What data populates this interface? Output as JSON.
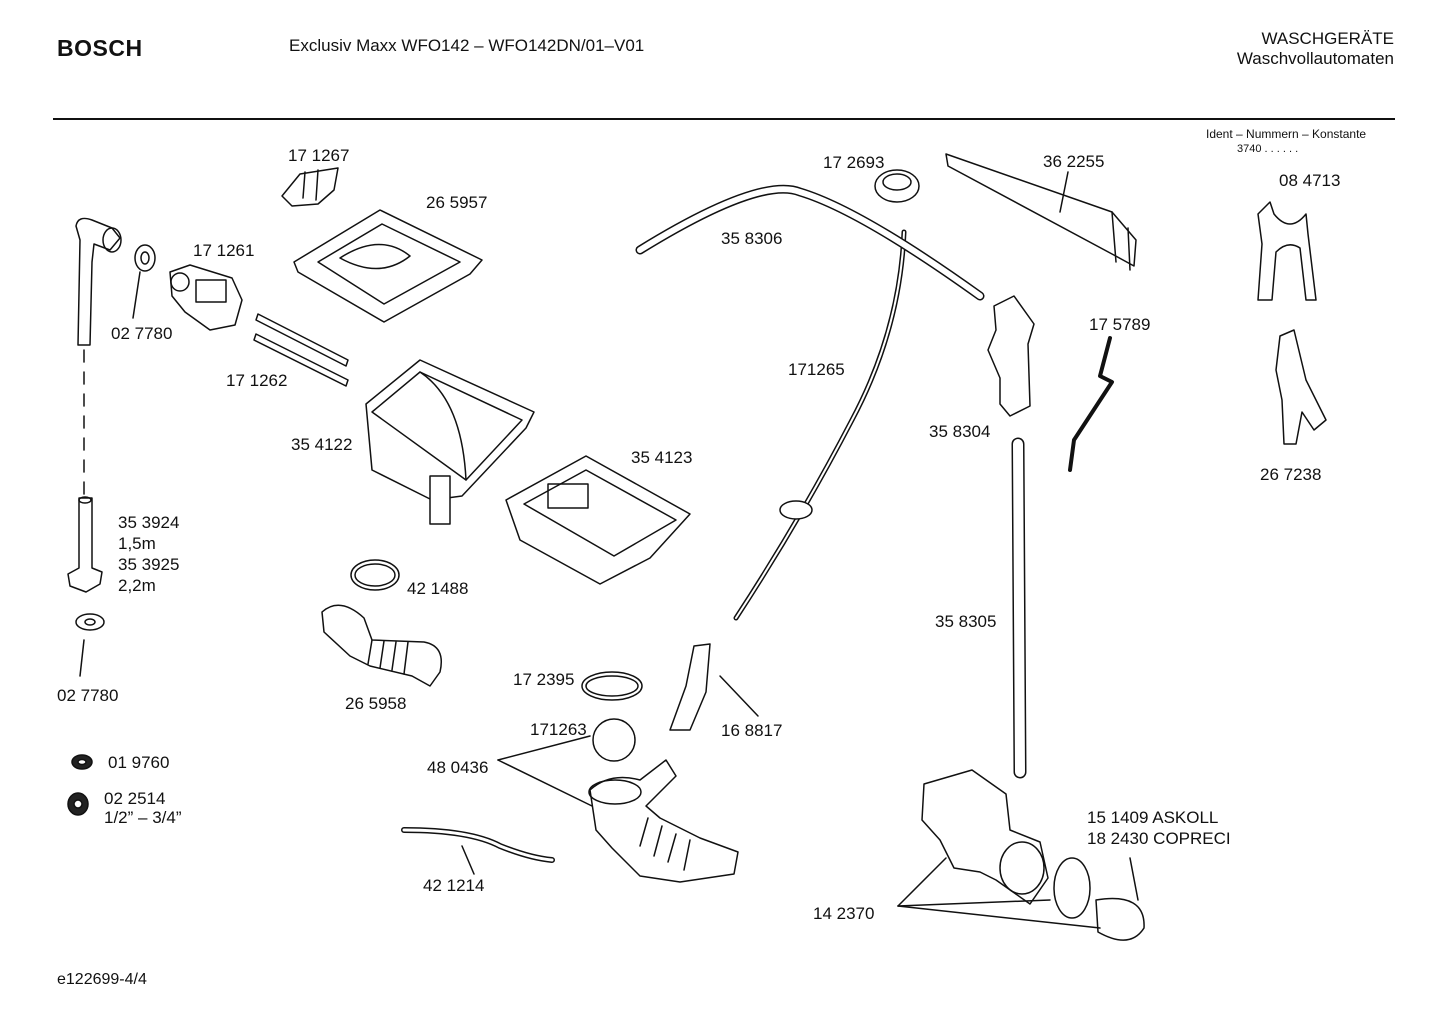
{
  "header": {
    "brand": "BOSCH",
    "model": "Exclusiv Maxx WFO142 – WFO142DN/01–V01",
    "category": "WASCHGERÄTE",
    "subcategory": "Waschvollautomaten",
    "ident_label": "Ident – Nummern – Konstante",
    "ident_value": "3740  .   .      .   .   .   ."
  },
  "parts": [
    "17 1267",
    "26 5957",
    "17 1261",
    "02 7780",
    "17 1262",
    "35 4122",
    "35 4123",
    "35 3924",
    "1,5m",
    "35 3925",
    "2,2m",
    "02 7780",
    "42 1488",
    "26 5958",
    "01 9760",
    "02 2514",
    "1/2” – 3/4”",
    "17 2395",
    "171263",
    "48 0436",
    "42 1214",
    "16 8817",
    "171265",
    "35 8306",
    "17 2693",
    "36 2255",
    "35 8304",
    "17 5789",
    "35 8305",
    "15 1409  ASKOLL",
    "18 2430  COPRECI",
    "14 2370",
    "08 4713",
    "26 7238"
  ],
  "footer": {
    "ref": "e122699-4/4"
  }
}
